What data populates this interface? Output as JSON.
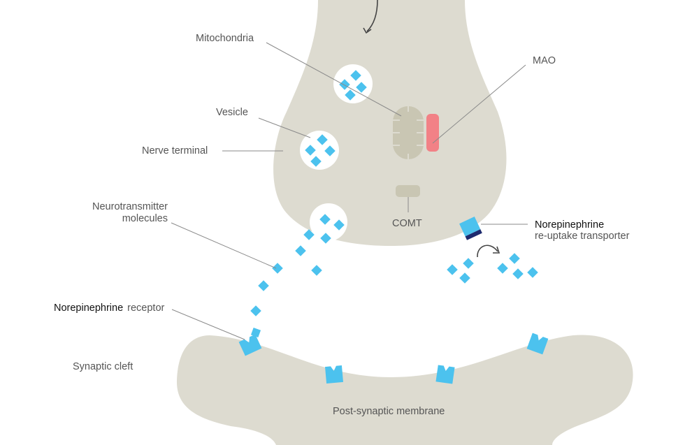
{
  "labels": {
    "mitochondria": "Mitochondria",
    "mao": "MAO",
    "vesicle": "Vesicle",
    "nerve_terminal": "Nerve terminal",
    "neurotransmitter_line1": "Neurotransmitter",
    "neurotransmitter_line2": "molecules",
    "comt": "COMT",
    "transporter_line1": "Norepinephrine",
    "transporter_line2": "re-uptake transporter",
    "receptor_bold": "Norepinephrine",
    "receptor_rest": "receptor",
    "synaptic_cleft": "Synaptic cleft",
    "post_synaptic_membrane": "Post-synaptic membrane"
  },
  "colors": {
    "membrane": "#dddbd0",
    "organelle": "#c9c6b3",
    "molecule": "#4cc2ee",
    "mao": "#f28186",
    "transporter_band": "#1d2a6e",
    "text": "#555555"
  }
}
